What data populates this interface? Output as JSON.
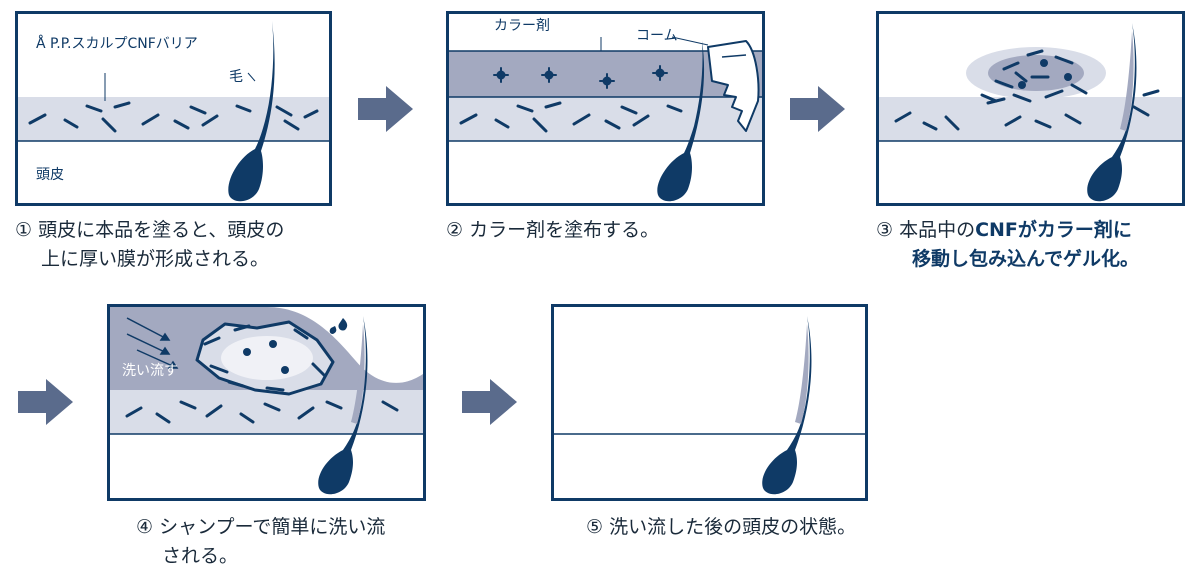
{
  "panels": {
    "p1": {
      "label_cnf": "Å P.P.スカルプCNFバリア",
      "label_hair": "毛",
      "label_scalp": "頭皮",
      "caption_line1": "① 頭皮に本品を塗ると、頭皮の",
      "caption_line2": "上に厚い膜が形成される。"
    },
    "p2": {
      "label_color": "カラー剤",
      "label_comb": "コーム",
      "caption_line1": "② カラー剤を塗布する。"
    },
    "p3": {
      "caption_line1_a": "③ 本品中の",
      "caption_line1_b": "CNFがカラー剤に",
      "caption_line2": "移動し包み込んでゲル化。"
    },
    "p4": {
      "label_wash": "洗い流す",
      "caption_line1": "④ シャンプーで簡単に洗い流",
      "caption_line2": "される。"
    },
    "p5": {
      "caption_line1": "⑤ 洗い流した後の頭皮の状態。"
    }
  },
  "colors": {
    "frame": "#0f3a66",
    "hair": "#0f3a66",
    "film": "#d9dde8",
    "color_agent": "#a3a9c0",
    "arrow": "#5a6b8c",
    "highlight": "#0f3a66"
  }
}
